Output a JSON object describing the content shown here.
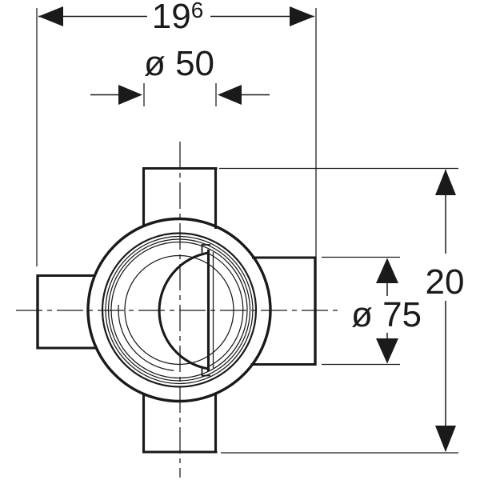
{
  "drawing": {
    "kind": "technical-drawing",
    "line_color": "#1a1a1a",
    "background_color": "#ffffff",
    "dimensions": {
      "overall_width": {
        "value": "19",
        "sup": "6"
      },
      "top_socket_diameter": {
        "value": "ø 50"
      },
      "side_socket_diameter": {
        "value": "ø 75"
      },
      "overall_height": {
        "value": "20"
      }
    }
  }
}
